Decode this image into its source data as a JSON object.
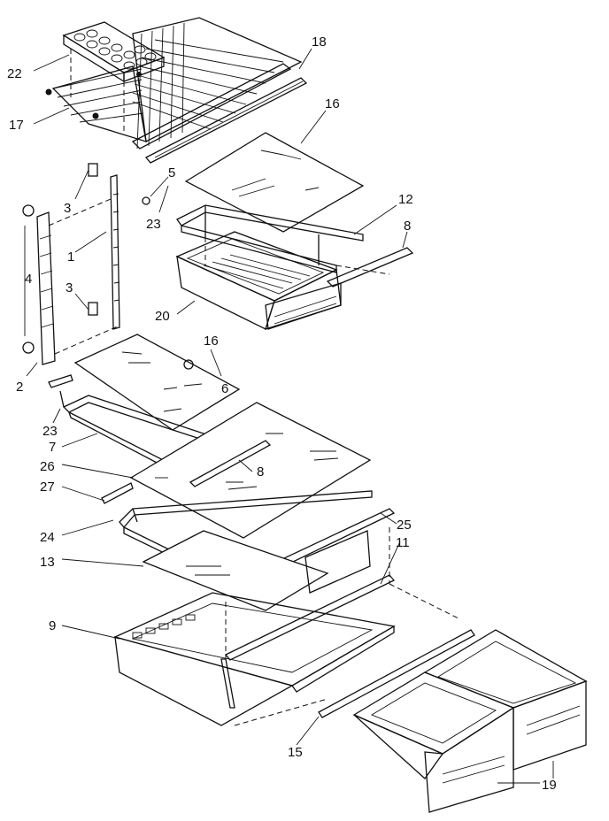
{
  "callouts": {
    "c22": "22",
    "c17": "17",
    "c18": "18",
    "c16a": "16",
    "c5": "5",
    "c3a": "3",
    "c23a": "23",
    "c12": "12",
    "c8a": "8",
    "c1": "1",
    "c4": "4",
    "c3b": "3",
    "c20": "20",
    "c16b": "16",
    "c6": "6",
    "c2": "2",
    "c23b": "23",
    "c7": "7",
    "c26": "26",
    "c8b": "8",
    "c27": "27",
    "c24": "24",
    "c25": "25",
    "c11": "11",
    "c13": "13",
    "c9": "9",
    "c15": "15",
    "c19": "19"
  }
}
